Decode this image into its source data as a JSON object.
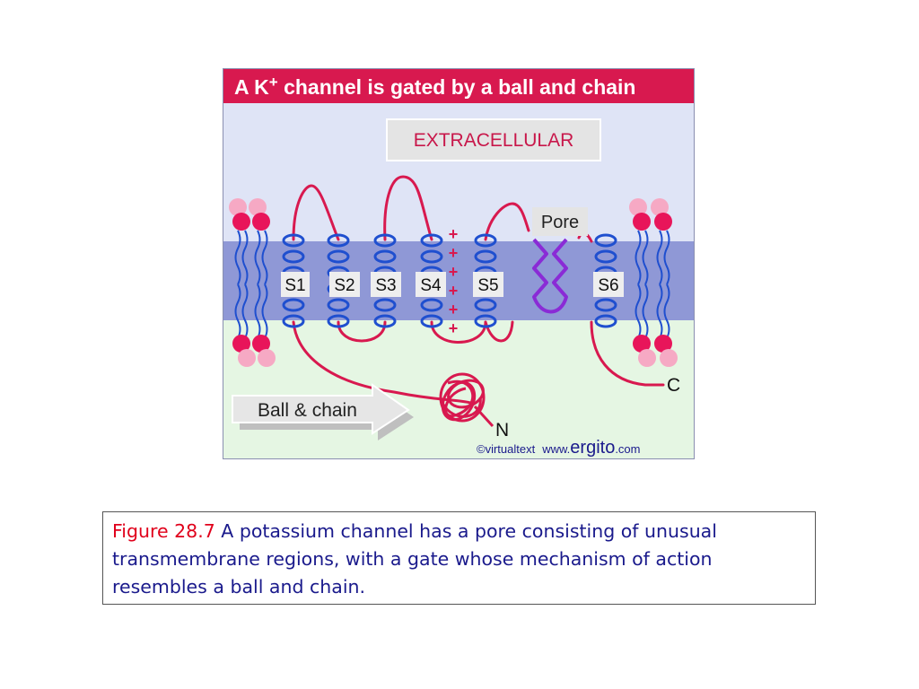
{
  "diagram": {
    "title_prefix": "A K",
    "title_superscript": "+",
    "title_suffix": " channel is gated by a ball and chain",
    "extracellular_label": "EXTRACELLULAR",
    "pore_label": "Pore",
    "segments": [
      "S1",
      "S2",
      "S3",
      "S4",
      "S5",
      "S6"
    ],
    "s4_charges": [
      "+",
      "+",
      "+",
      "+",
      "+",
      "+"
    ],
    "ball_chain_label": "Ball & chain",
    "n_terminus": "N",
    "c_terminus": "C",
    "credit_virtualtext": "©virtualtext",
    "credit_www": "www.",
    "credit_brand": "ergito",
    "credit_tld": ".com",
    "colors": {
      "title_bar": "#d8194f",
      "helix": "#1f4fcf",
      "loop": "#d8194f",
      "pore": "#8a2bd6",
      "membrane": "#8f98d6",
      "extracellular": "#dfe4f6",
      "intracellular": "#e5f6e3"
    }
  },
  "caption": {
    "figure_number": "Figure 28.7",
    "text": " A potassium channel has a pore consisting of unusual transmembrane regions, with a gate whose mechanism of action resembles a ball and chain."
  }
}
